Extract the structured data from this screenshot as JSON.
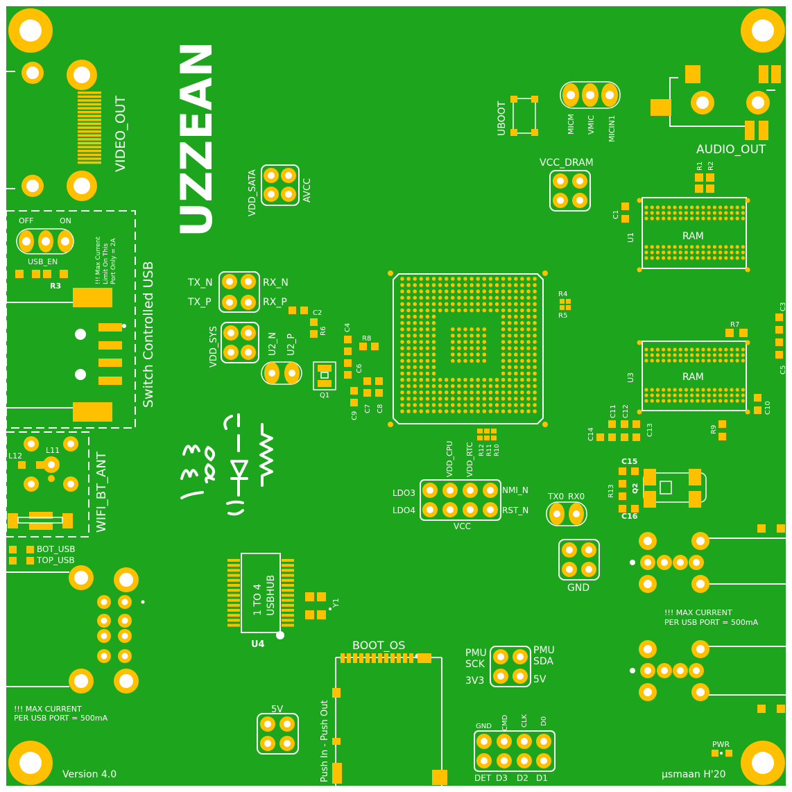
{
  "board": {
    "brand": "UZZEAN",
    "version": "Version 4.0",
    "author": "µsmaan H'20",
    "colors": {
      "board": "#1ea51e",
      "copper": "#ffc000",
      "silkscreen": "#ffffff",
      "outline": "#ffffff"
    }
  },
  "labels": {
    "video_out": "VIDEO_OUT",
    "audio_out": "AUDIO_OUT",
    "switch_usb": "Switch Controlled USB",
    "usb_note": [
      "!!! Max Current",
      "Limit On This",
      "Port Only = 2A"
    ],
    "off": "OFF",
    "on": "ON",
    "usb_en": "USB_EN",
    "r3": "R3",
    "wifi": "WIFI_BT_ANT",
    "l12": "L12",
    "l11": "L11",
    "bot_usb": "BOT_USB",
    "top_usb": "TOP_USB",
    "max_current_left": [
      "!!! MAX CURRENT",
      "PER USB PORT = 500mA"
    ],
    "max_current_right": [
      "!!! MAX CURRENT",
      "PER USB PORT = 500mA"
    ],
    "vdd_sata": "VDD_SATA",
    "avcc": "AVCC",
    "tx_n": "TX_N",
    "rx_n": "RX_N",
    "tx_p": "TX_P",
    "rx_p": "RX_P",
    "vdd_sys": "VDD_SYS",
    "u2_n": "U2_N",
    "u2_p": "U2_P",
    "q1": "Q1",
    "c2": "C2",
    "r6": "R6",
    "c4": "C4",
    "r8": "R8",
    "c6": "C6",
    "c7": "C7",
    "c8": "C8",
    "c9": "C9",
    "uboot": "UBOOT",
    "micm": "MICM",
    "vmic": "VMIC",
    "micin1": "MICIN1",
    "vcc_dram": "VCC_DRAM",
    "r1": "R1",
    "r2": "R2",
    "c1": "C1",
    "u1": "U1",
    "ram": "RAM",
    "u3": "U3",
    "r4": "R4",
    "r5": "R5",
    "r7": "R7",
    "c3": "C3",
    "c5": "C5",
    "c10": "C10",
    "c11": "C11",
    "c12": "C12",
    "c13": "C13",
    "c14": "C14",
    "r9": "R9",
    "vdd_cpu": "VDD_CPU",
    "vdd_rtc": "VDD_RTC",
    "r12": "R12",
    "r11": "R11",
    "r10": "R10",
    "ldo3": "LDO3",
    "ldo4": "LDO4",
    "nmi_n": "NMI_N",
    "rst_n": "RST_N",
    "vcc": "VCC",
    "tx0": "TX0",
    "rx0": "RX0",
    "gnd": "GND",
    "c15": "C15",
    "c16": "C16",
    "r13": "R13",
    "q2": "Q2",
    "usbhub": [
      "1 TO 4",
      "USBHUB"
    ],
    "u4": "U4",
    "y1": "Y1",
    "boot_os": "BOOT_OS",
    "push": "Push In - Push Out",
    "v5": "5V",
    "pmu_sck": [
      "PMU",
      "SCK"
    ],
    "pmu_sda": [
      "PMU",
      "SDA"
    ],
    "v3v3": "3V3",
    "v5b": "5V",
    "sd_top": [
      "GND",
      "CMD",
      "CLK",
      "D0"
    ],
    "sd_bot": [
      "DET",
      "D3",
      "D2",
      "D1"
    ],
    "pwr": "PWR"
  }
}
